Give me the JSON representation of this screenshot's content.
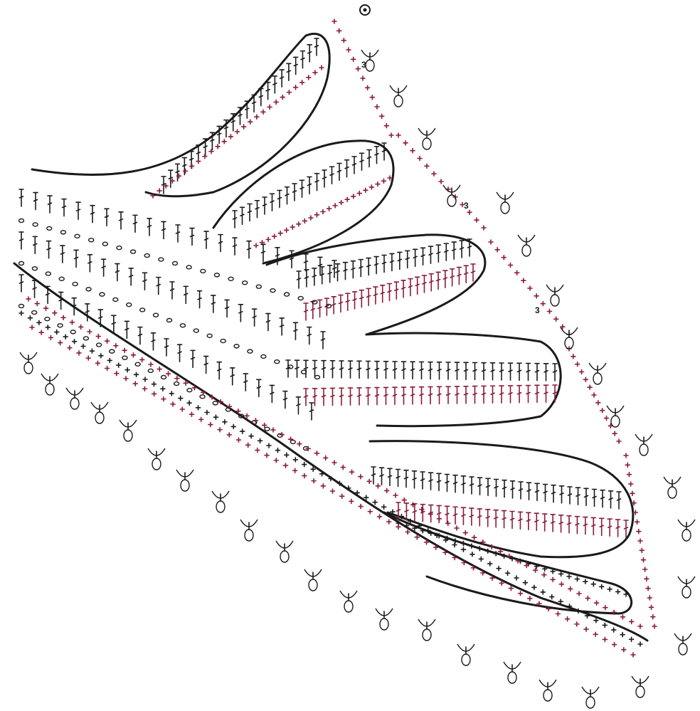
{
  "colors": {
    "ink": "#1a1a1a",
    "accent": "#8b1a3a",
    "background": "#ffffff"
  },
  "labels": {
    "round_marker_a": "3",
    "round_marker_b": "3",
    "round_marker_c": "3"
  },
  "diagram": {
    "kind": "crochet stitch chart",
    "petal_count": 6,
    "picot_edge": true
  }
}
